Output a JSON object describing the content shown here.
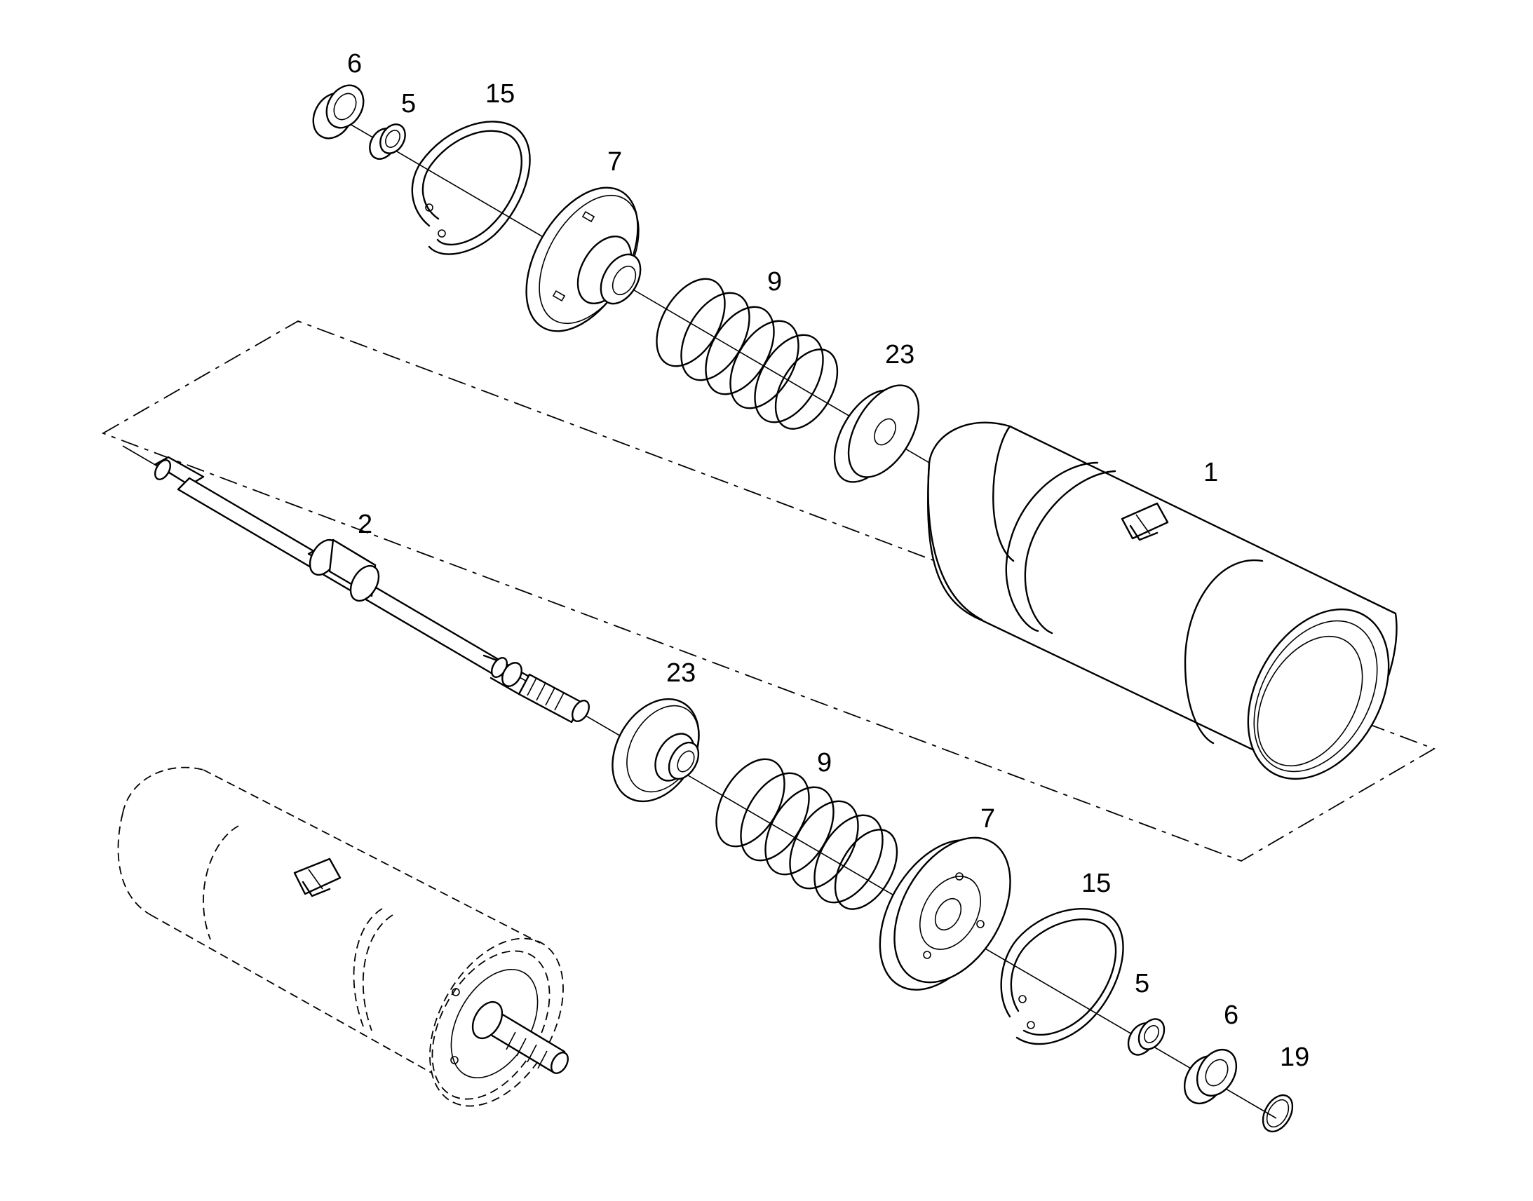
{
  "labels": {
    "part_6_top": "6",
    "part_5_top": "5",
    "part_15_top": "15",
    "part_7_top": "7",
    "part_9_top": "9",
    "part_23_top": "23",
    "part_1": "1",
    "part_2": "2",
    "part_23_bottom": "23",
    "part_9_bottom": "9",
    "part_7_bottom": "7",
    "part_15_bottom": "15",
    "part_5_bottom": "5",
    "part_6_bottom": "6",
    "part_19": "19"
  }
}
